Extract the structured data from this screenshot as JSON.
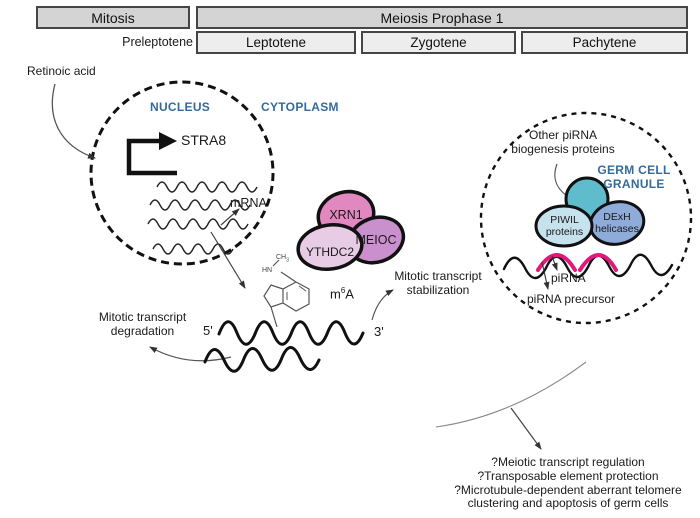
{
  "colors": {
    "label_blue": "#336b9e",
    "xrn1": "#e288c0",
    "meioc": "#ca8fcd",
    "ythdc2": "#e8cbe5",
    "granule_body": "#5fbccd",
    "piwil": "#c6e2ec",
    "dexh": "#8fabda",
    "pirna_pink": "#e2197b",
    "box_fill_dark": "#d4d4d4",
    "box_fill_light": "#ededed"
  },
  "timeline": {
    "mitosis": "Mitosis",
    "meiosis": "Meiosis Prophase 1",
    "preleptotene": "Preleptotene",
    "stages": [
      "Leptotene",
      "Zygotene",
      "Pachytene"
    ]
  },
  "nucleus": {
    "retinoic_acid": "Retinoic acid",
    "label": "NUCLEUS",
    "cytoplasm": "CYTOPLASM",
    "gene": "STRA8",
    "mrna": "mRNA"
  },
  "complex": {
    "xrn1": "XRN1",
    "meioc": "MEIOC",
    "ythdc2": "YTHDC2",
    "m6a_base": "m",
    "m6a_sup": "6",
    "m6a_tail": "A",
    "hn": "HN",
    "ch3": "CH",
    "ch3_sub": "3"
  },
  "transcript": {
    "five_prime": "5'",
    "three_prime": "3'",
    "degradation": [
      "Mitotic transcript",
      "degradation"
    ],
    "stabilization": [
      "Mitotic transcript",
      "stabilization"
    ]
  },
  "granule": {
    "other_pirna": [
      "Other piRNA",
      "biogenesis proteins"
    ],
    "label": [
      "GERM CELL",
      "GRANULE"
    ],
    "piwil": [
      "PIWIL",
      "proteins"
    ],
    "dexh": [
      "DExH",
      "helicases"
    ],
    "pirna": "piRNA",
    "pirna_precursor": "piRNA precursor"
  },
  "outcomes": {
    "lines": [
      "?Meiotic transcript regulation",
      "?Transposable element protection",
      "?Microtubule-dependent aberrant telomere",
      "clustering and apoptosis of germ cells"
    ]
  }
}
